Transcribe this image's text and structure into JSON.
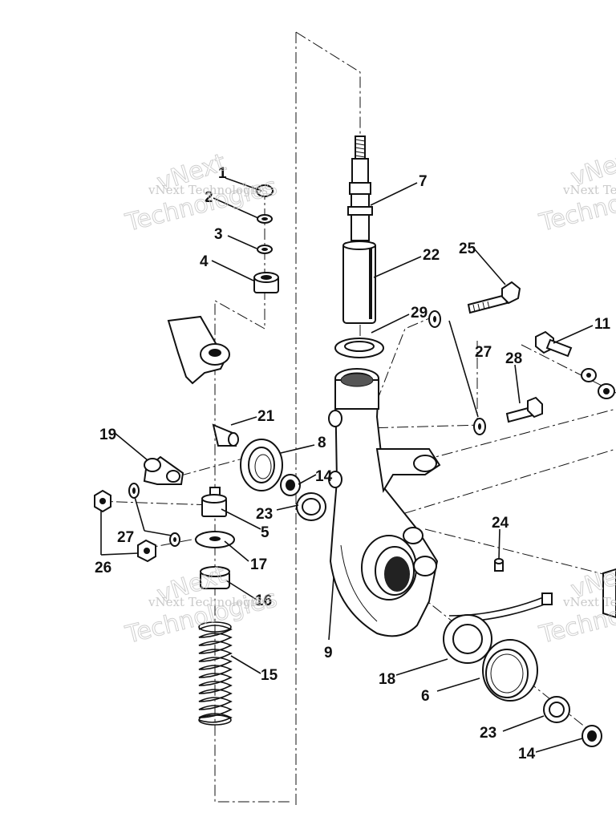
{
  "watermark": {
    "text": "vNext Technologies",
    "line1": "vNext",
    "line2": "Technologies"
  },
  "callouts": {
    "c1": "1",
    "c2": "2",
    "c3": "3",
    "c4": "4",
    "c5": "5",
    "c6": "6",
    "c7": "7",
    "c8": "8",
    "c9": "9",
    "c11": "11",
    "c14a": "14",
    "c14b": "14",
    "c15": "15",
    "c16": "16",
    "c17": "17",
    "c18": "18",
    "c19": "19",
    "c21": "21",
    "c22": "22",
    "c23a": "23",
    "c23b": "23",
    "c24": "24",
    "c25": "25",
    "c26": "26",
    "c27a": "27",
    "c27b": "27",
    "c28": "28",
    "c29": "29"
  }
}
